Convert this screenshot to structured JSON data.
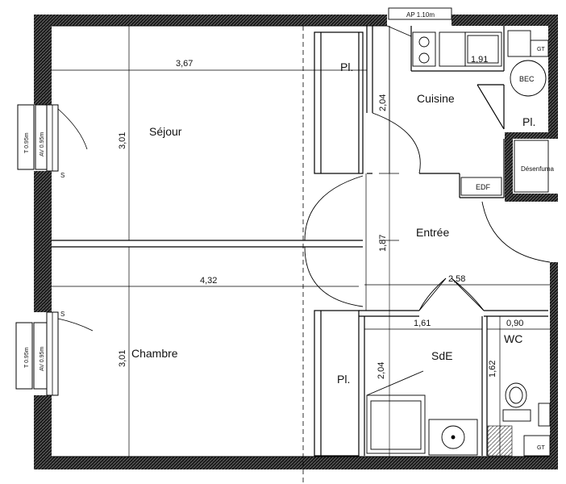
{
  "rooms": {
    "sejour": "Séjour",
    "chambre": "Chambre",
    "cuisine": "Cuisine",
    "entree": "Entrée",
    "sde": "SdE",
    "wc": "WC"
  },
  "closets": {
    "top": "Pl.",
    "bottom": "Pl.",
    "kitchen": "Pl."
  },
  "equipment": {
    "bec": "BEC",
    "desenfumage": "Désenfuma",
    "edf": "EDF",
    "gt_top": "GT",
    "gt_bottom": "GT",
    "ap": "AP 1.10m",
    "s_top": "S",
    "s_bottom": "S"
  },
  "windows": {
    "top_t": "T 0.95m",
    "top_av": "AV 0.95m",
    "bottom_t": "T 0.95m",
    "bottom_av": "AV 0.95m"
  },
  "dimensions": {
    "sejour_width": "3,67",
    "sejour_depth": "3,01",
    "chambre_width": "4,32",
    "chambre_depth": "3,01",
    "cuisine_depth": "2,04",
    "cuisine_counter": "1,91",
    "entree_depth": "1,87",
    "entree_width": "2,58",
    "sde_width": "1,61",
    "sde_depth": "2,04",
    "wc_width": "0,90",
    "wc_depth": "1,62"
  }
}
